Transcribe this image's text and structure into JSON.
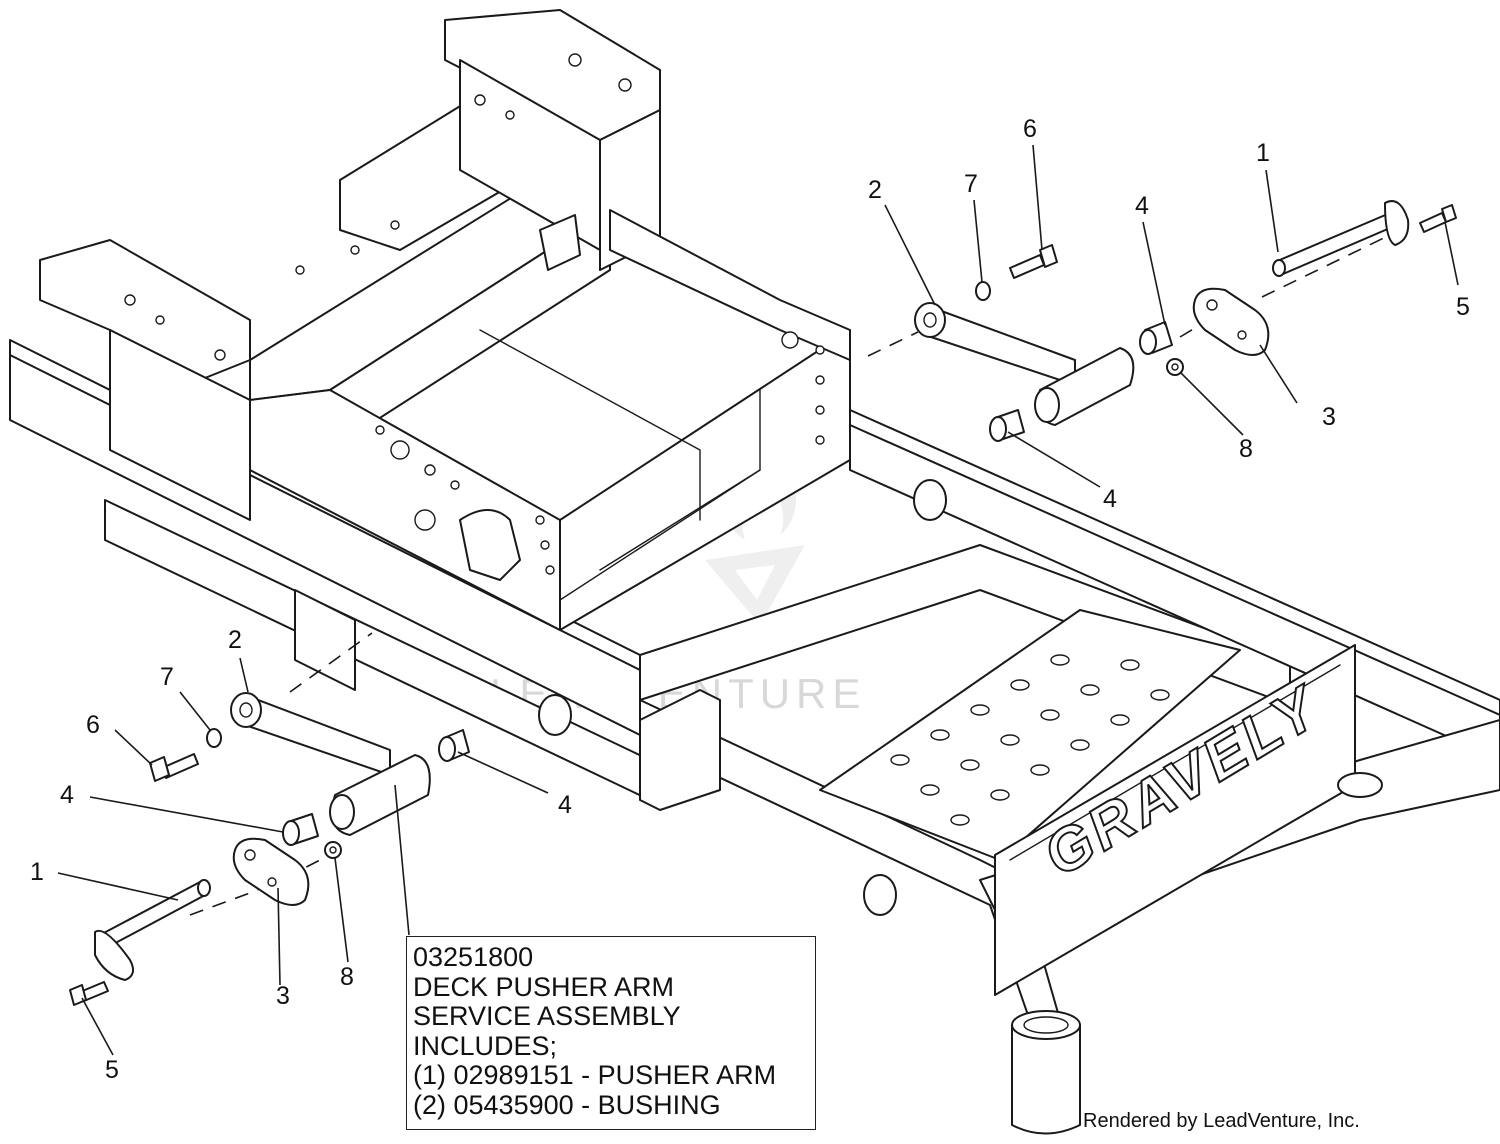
{
  "callouts": [
    {
      "label": "1"
    },
    {
      "label": "2"
    },
    {
      "label": "3"
    },
    {
      "label": "4"
    },
    {
      "label": "4"
    },
    {
      "label": "5"
    },
    {
      "label": "6"
    },
    {
      "label": "7"
    },
    {
      "label": "8"
    },
    {
      "label": "1"
    },
    {
      "label": "2"
    },
    {
      "label": "3"
    },
    {
      "label": "4"
    },
    {
      "label": "4"
    },
    {
      "label": "5"
    },
    {
      "label": "6"
    },
    {
      "label": "7"
    },
    {
      "label": "8"
    }
  ],
  "note": {
    "part_number": "03251800",
    "line1": "DECK PUSHER ARM",
    "line2": "SERVICE ASSEMBLY",
    "line3": "INCLUDES;",
    "line4": "(1) 02989151 - PUSHER ARM",
    "line5": "(2) 05435900 - BUSHING"
  },
  "brand_plate": "GRAVELY",
  "watermark": "LEADVENTURE",
  "credit": "Rendered by LeadVenture, Inc."
}
